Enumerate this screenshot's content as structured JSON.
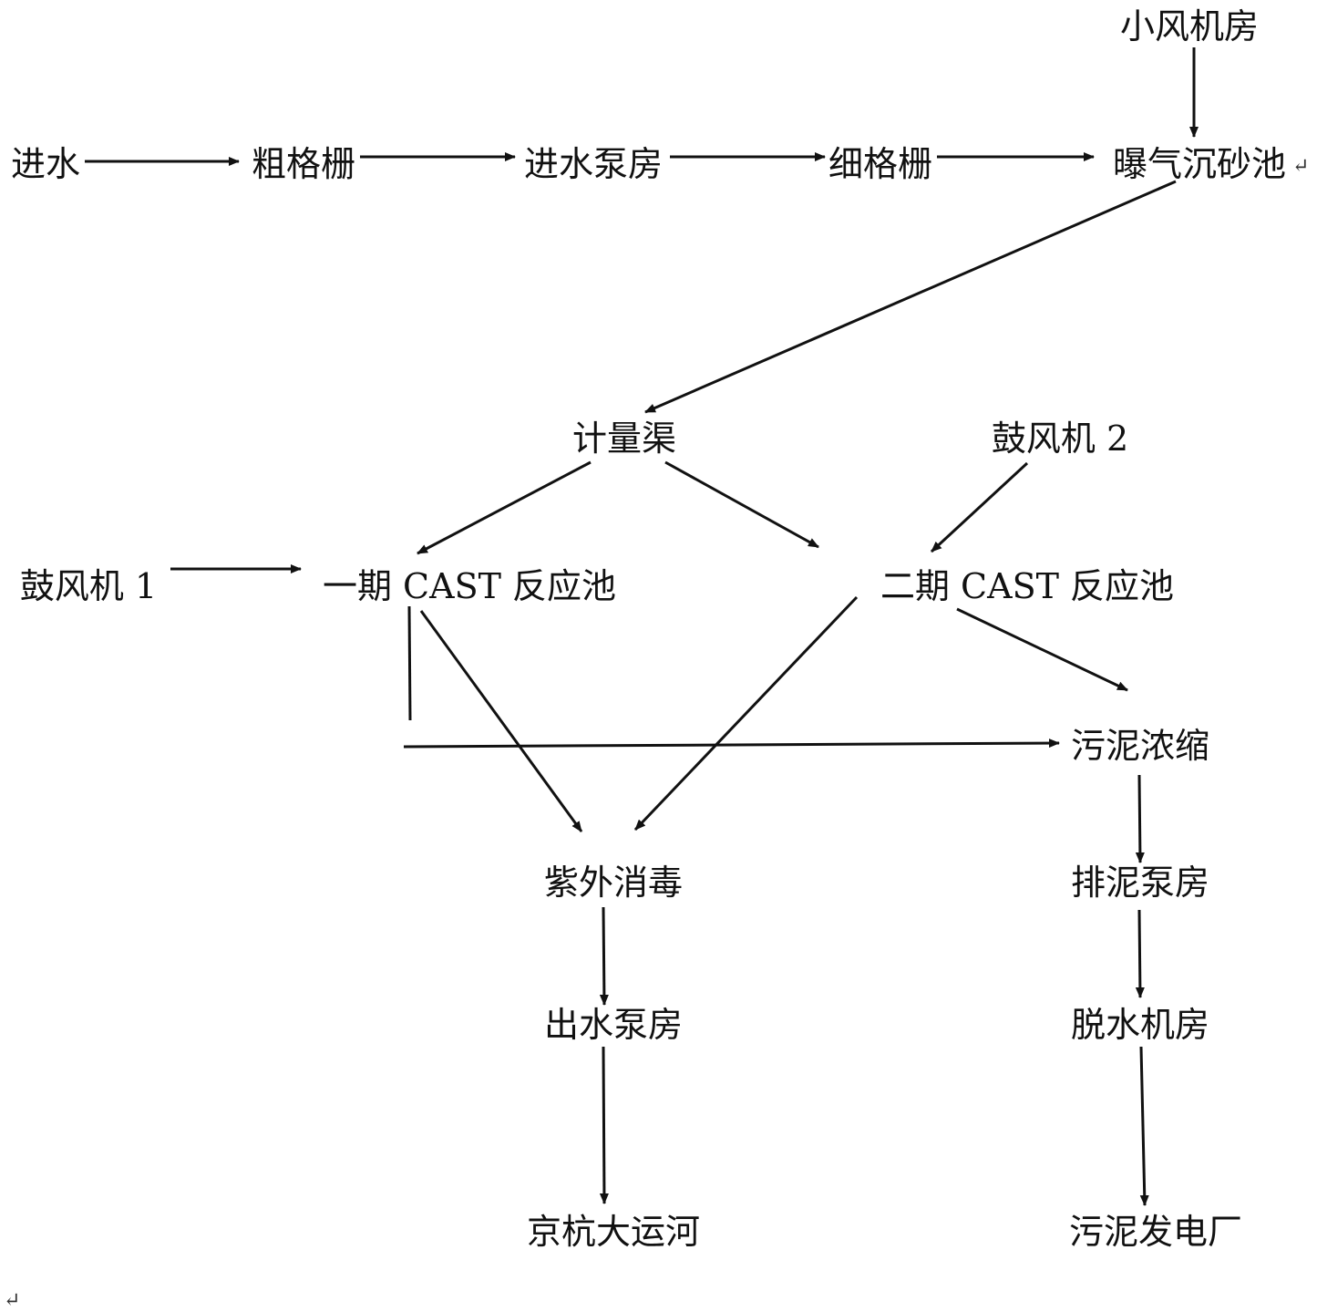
{
  "nodes": {
    "intake": "进水",
    "coarse_screen": "粗格栅",
    "intake_pump_house": "进水泵房",
    "fine_screen": "细格栅",
    "small_blower_house": "小风机房",
    "aerated_grit_chamber": "曝气沉砂池",
    "metering_channel": "计量渠",
    "blower_1": "鼓风机 1",
    "blower_2": "鼓风机 2",
    "cast_phase_1": "一期 CAST 反应池",
    "cast_phase_2": "二期 CAST 反应池",
    "sludge_thickening": "污泥浓缩",
    "uv_disinfection": "紫外消毒",
    "sludge_pump_house": "排泥泵房",
    "effluent_pump_house": "出水泵房",
    "dewatering_house": "脱水机房",
    "grand_canal": "京杭大运河",
    "sludge_power_plant": "污泥发电厂"
  },
  "marks": {
    "return_mark": "↵",
    "corner_mark": "↵"
  }
}
